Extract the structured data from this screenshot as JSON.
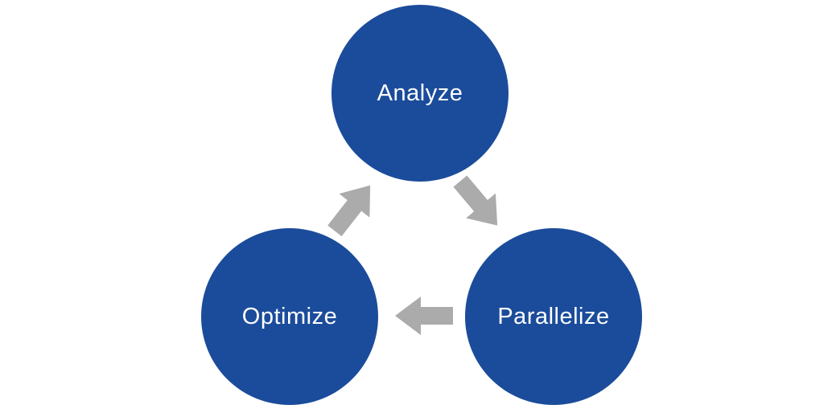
{
  "diagram": {
    "type": "cycle",
    "title": "",
    "nodes": [
      {
        "id": "analyze",
        "label": "Analyze"
      },
      {
        "id": "parallelize",
        "label": "Parallelize"
      },
      {
        "id": "optimize",
        "label": "Optimize"
      }
    ],
    "arrows": [
      {
        "from": "analyze",
        "to": "parallelize",
        "direction": "down-right"
      },
      {
        "from": "parallelize",
        "to": "optimize",
        "direction": "left"
      },
      {
        "from": "optimize",
        "to": "analyze",
        "direction": "up-right"
      }
    ],
    "colors": {
      "node_fill": "#1b4c9b",
      "node_text": "#ffffff",
      "arrow": "#ababab",
      "background": "#ffffff"
    }
  }
}
